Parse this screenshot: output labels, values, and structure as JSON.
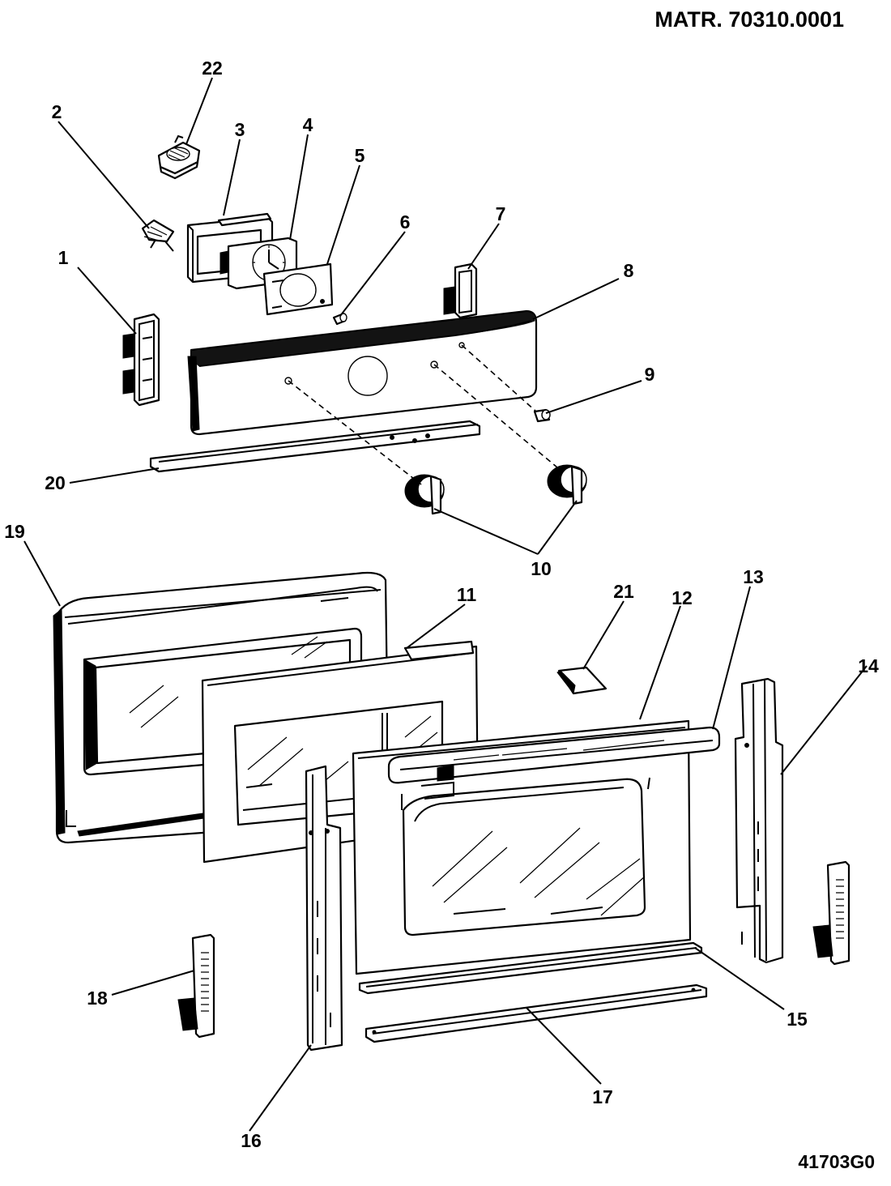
{
  "header": {
    "reference": "MATR. 70310.0001"
  },
  "footer": {
    "drawing_code": "41703G0"
  },
  "callouts": {
    "c1": "1",
    "c2": "2",
    "c3": "3",
    "c4": "4",
    "c5": "5",
    "c6": "6",
    "c7": "7",
    "c8": "8",
    "c9": "9",
    "c10": "10",
    "c11": "11",
    "c12": "12",
    "c13": "13",
    "c14": "14",
    "c15": "15",
    "c16": "16",
    "c17": "17",
    "c18": "18",
    "c19": "19",
    "c20": "20",
    "c21": "21",
    "c22": "22"
  }
}
